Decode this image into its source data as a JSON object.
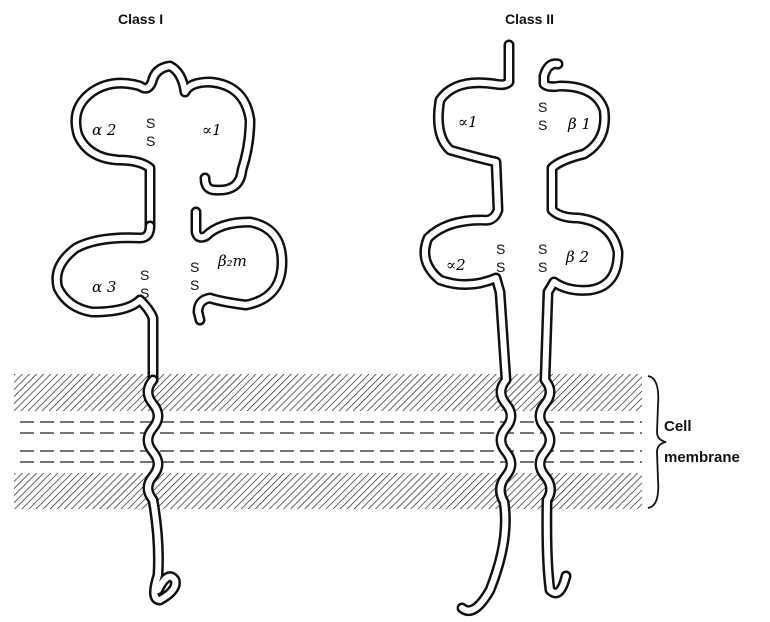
{
  "class1": {
    "title": "Class I",
    "domains": {
      "alpha2": "α 2",
      "alpha1": "∝1",
      "alpha3": "α 3",
      "b2m": "β₂m"
    }
  },
  "class2": {
    "title": "Class II",
    "domains": {
      "alpha1": "∝1",
      "beta1": "β 1",
      "alpha2": "∝2",
      "beta2": "β 2"
    }
  },
  "disulfide": "S",
  "membrane": {
    "label_line1": "Cell",
    "label_line2": "membrane"
  }
}
